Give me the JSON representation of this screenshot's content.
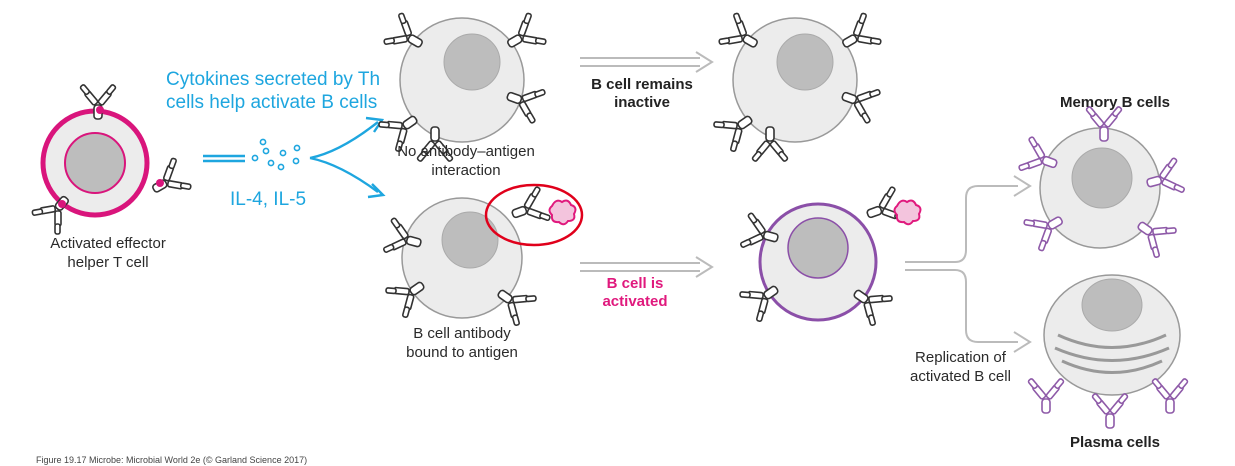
{
  "labels": {
    "cytokines": "Cytokines secreted by Th cells help activate B cells",
    "il": "IL-4, IL-5",
    "activated_t": "Activated effector helper T cell",
    "no_interaction": "No antibody–antigen interaction",
    "b_bound": "B cell antibody bound to antigen",
    "remains_inactive": "B cell remains inactive",
    "is_activated": "B cell is activated",
    "replication": "Replication of activated B cell",
    "memory": "Memory B cells",
    "plasma": "Plasma cells",
    "caption": "Figure 19.17 Microbe: Microbial World 2e (© Garland Science 2017)"
  },
  "colors": {
    "t_cell_membrane": "#d9157c",
    "cell_fill": "#ececec",
    "nucleus_fill": "#bdbdbd",
    "activated_membrane": "#8b4fa8",
    "antigen": "#e0197d",
    "cytokine": "#1ea6df",
    "highlight_circle": "#e0001b",
    "antibody_purple": "#8e5aa8"
  },
  "icons": [
    "antibody-icon",
    "antigen-icon",
    "cytokine-dot-icon",
    "arrow-icon"
  ]
}
